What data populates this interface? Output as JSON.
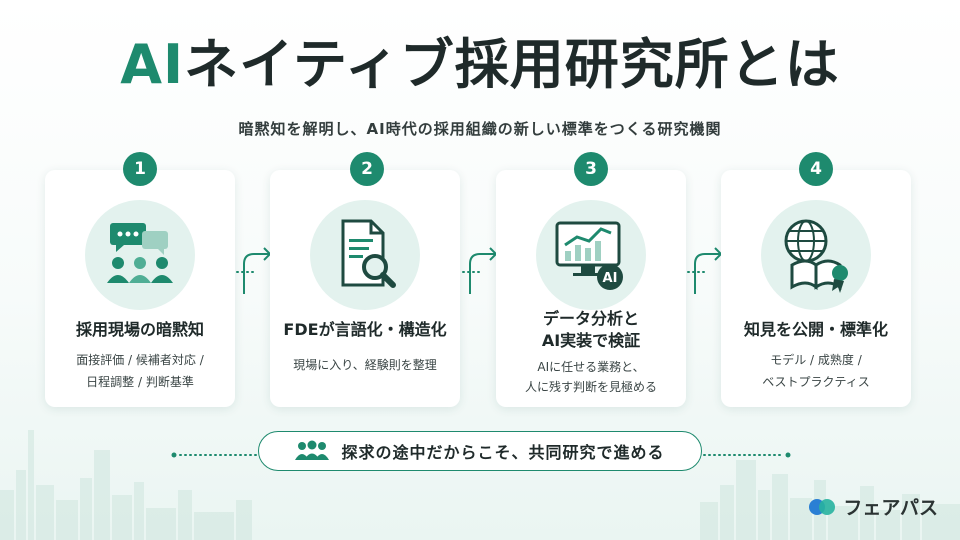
{
  "header": {
    "title_accent": "AI",
    "title_rest": "ネイティブ採用研究所とは",
    "subtitle": "暗黙知を解明し、AI時代の採用組織の新しい標準をつくる研究機関"
  },
  "steps": [
    {
      "number": "1",
      "title_lines": [
        "採用現場の暗黙知"
      ],
      "desc_lines": [
        "面接評価 / 候補者対応 /",
        "日程調整 / 判断基準"
      ]
    },
    {
      "number": "2",
      "title_lines": [
        "FDEが言語化・構造化"
      ],
      "desc_lines": [
        "現場に入り、経験則を整理"
      ]
    },
    {
      "number": "3",
      "title_lines": [
        "データ分析と",
        "AI実装で検証"
      ],
      "desc_lines": [
        "AIに任せる業務と、",
        "人に残す判断を見極める"
      ],
      "icon_badge": "AI"
    },
    {
      "number": "4",
      "title_lines": [
        "知見を公開・標準化"
      ],
      "desc_lines": [
        "モデル / 成熟度 /",
        "ベストプラクティス"
      ]
    }
  ],
  "banner": {
    "text": "探求の途中だからこそ、共同研究で進める"
  },
  "logo": {
    "text": "フェアパス"
  },
  "colors": {
    "accent": "#1e8a6e",
    "icon_light": "#e3f2ee",
    "text": "#1f2a2a"
  }
}
